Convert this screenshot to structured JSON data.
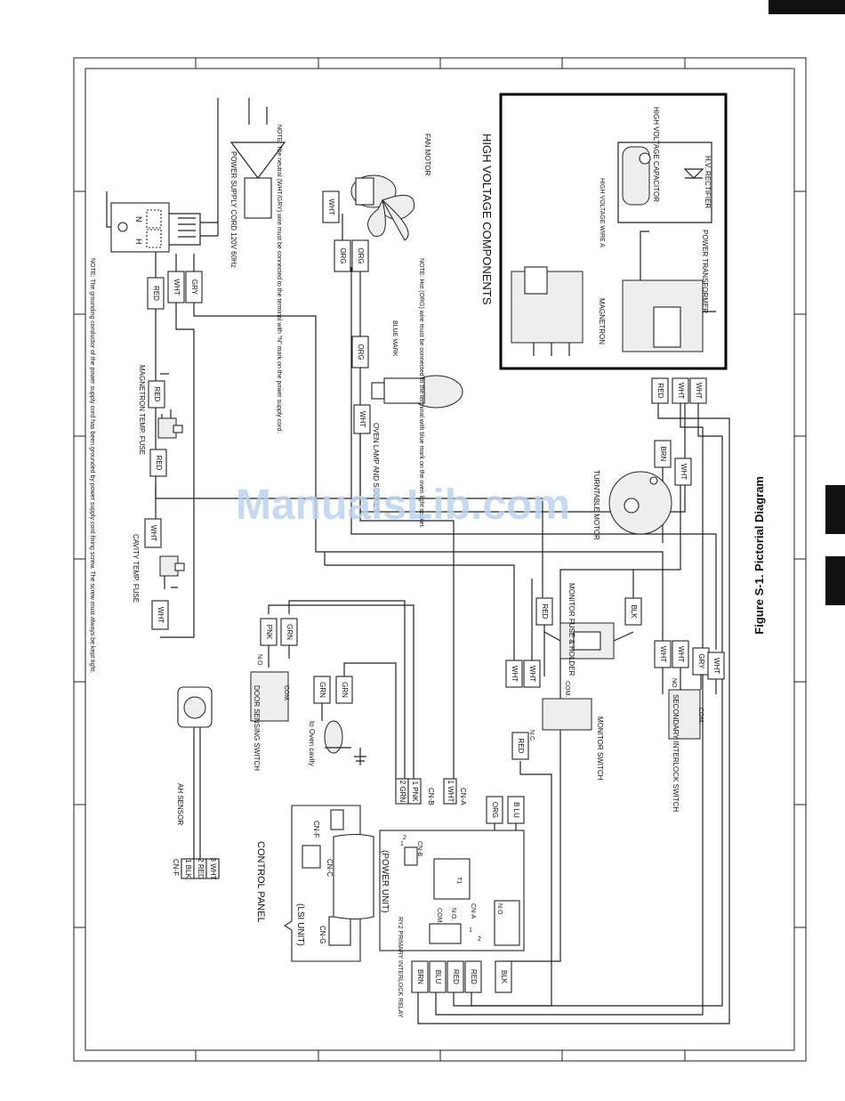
{
  "figure_caption": "Figure S-1. Pictorial Diagram",
  "section_title": "HIGH VOLTAGE COMPONENTS",
  "watermark": "ManualsLib.com",
  "components": {
    "power_supply": "POWER SUPPLY CORD 120V 60Hz",
    "fan_motor": "FAN MOTOR",
    "oven_lamp": "OVEN LAMP AND SOCKET",
    "blue_mark": "BLUE MARK",
    "magnetron_temp_fuse": "MAGNETRON TEMP. FUSE",
    "cavity_temp_fuse": "CAVITY TEMP. FUSE",
    "turntable_motor": "TURNTABLE MOTOR",
    "monitor_fuse": "MONITOR FUSE & HOLDER",
    "monitor_switch": "MONITOR SWITCH",
    "secondary_interlock": "SECONDARY INTERLOCK SWITCH",
    "door_sensing": "DOOR SENSING SWITCH",
    "ah_sensor": "AH SENSOR",
    "to_oven_cavity": "to Oven cavity",
    "control_panel": "CONTROL PANEL",
    "lsi_unit": "(LSI UNIT)",
    "power_unit": "(POWER UNIT)",
    "primary_relay": "RY2 PRIMARY INTERLOCK RELAY",
    "magnetron": "MAGNETRON",
    "power_transformer": "POWER TRANSFORMER",
    "hv_capacitor": "HIGH VOLTAGE CAPACITOR",
    "hv_rectifier": "H.V. RECTIFIER",
    "hv_wire": "HIGH VOLTAGE WIRE A"
  },
  "notes": {
    "ground": "NOTE: The grounding conductor of the power supply cord has been grounded by power supply cord fixing screw. The screw must always be kept tight.",
    "neutral": "NOTE: The neutral (WHT/GRY) wire must be connected to the terminal with \"N\" mark on the power supply cord.",
    "hot": "NOTE: Hot (ORG) wire must be connected to the terminal with blue mark on the oven light socket."
  },
  "connectors": {
    "cn_a": "CN-A",
    "cn_b": "CN-B",
    "cn_c": "CN-C",
    "cn_f": "CN-F",
    "cn_g": "CN-G",
    "t1": "T1",
    "n": "N",
    "h": "H",
    "com": "COM.",
    "no": "N.O.",
    "nc": "N.C.",
    "no_short": "NO",
    "no_dot": "N.O"
  },
  "wire_colors": {
    "RED": "RED",
    "WHT": "WHT",
    "GRY": "GRY",
    "ORG": "ORG",
    "BRN": "BRN",
    "BLU": "BLU",
    "BLK": "BLK",
    "GRN": "GRN",
    "PNK": "PNK",
    "B LU": "B LU"
  },
  "pin_rows": {
    "cn_f": [
      {
        "num": "1",
        "color": "BLK"
      },
      {
        "num": "2",
        "color": "RED"
      },
      {
        "num": "3",
        "color": "WHT"
      }
    ],
    "cn_b": [
      {
        "num": "2",
        "color": "GRN"
      },
      {
        "num": "1",
        "color": "PNK"
      }
    ],
    "cn_a": [
      {
        "num": "1",
        "color": "WHT"
      }
    ],
    "pin_marks": [
      "1",
      "2"
    ]
  },
  "colors": {
    "ink": "#111111",
    "watermark": "#bcd3ee",
    "corner_tab": "#111111"
  }
}
